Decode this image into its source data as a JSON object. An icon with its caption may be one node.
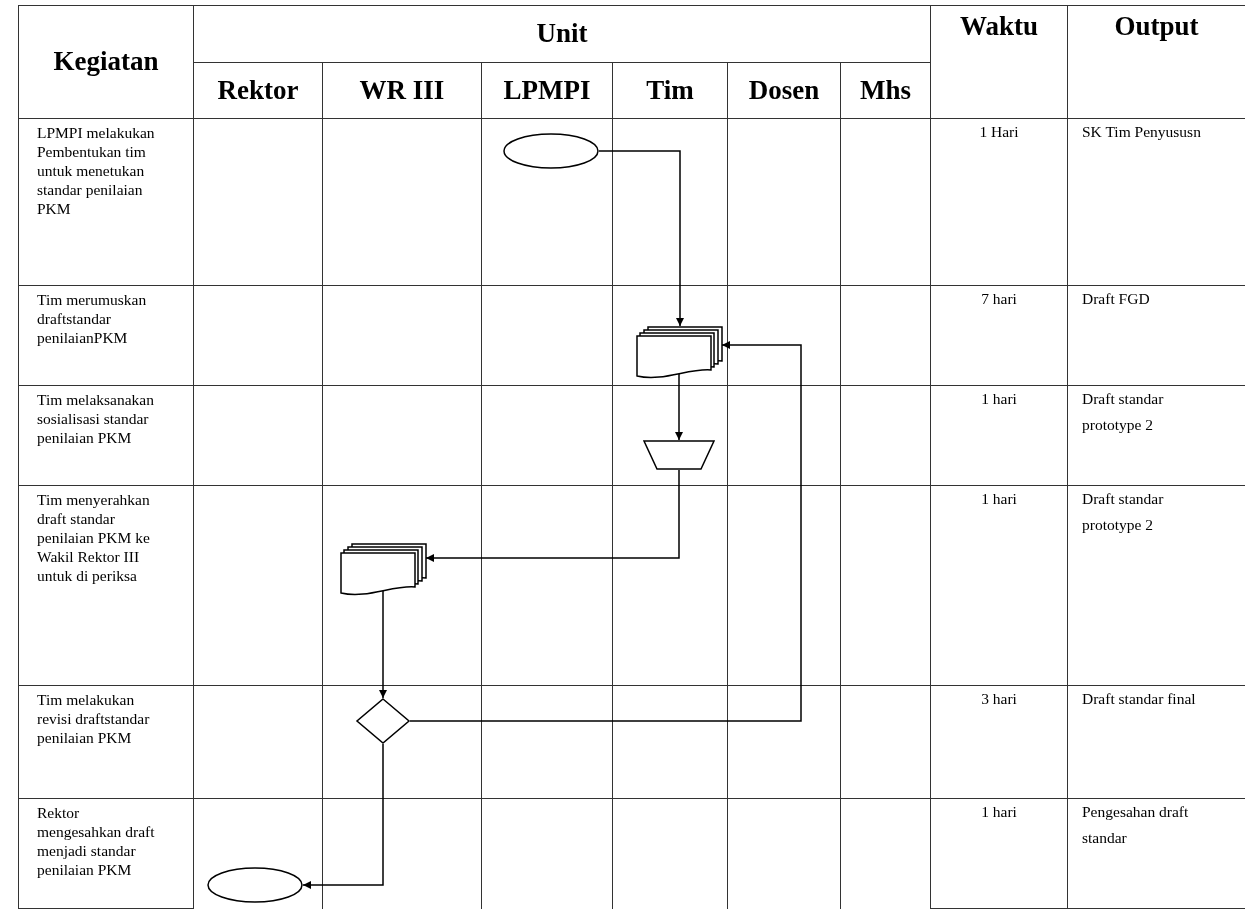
{
  "diagram": {
    "nodes": [
      {
        "text": [],
        "shape": "ellipse"
      },
      {
        "text": [],
        "shape": "document"
      },
      {
        "text": [],
        "shape": "trapezoid"
      },
      {
        "text": [],
        "shape": "document"
      },
      {
        "text": [],
        "shape": "diamond"
      },
      {
        "text": [],
        "shape": "ellipse"
      }
    ],
    "edges": [
      {
        "from": 0,
        "to": 1,
        "arrow": "to"
      },
      {
        "from": 1,
        "to": 2,
        "arrow": "to"
      },
      {
        "from": 2,
        "to": 3,
        "arrow": "to"
      },
      {
        "from": 3,
        "to": 4,
        "arrow": "to"
      },
      {
        "from": 4,
        "to": 1,
        "arrow": "to"
      },
      {
        "from": 4,
        "to": 5,
        "arrow": "to"
      }
    ],
    "labels": [
      "Kegiatan",
      "Unit",
      "Waktu",
      "Output",
      "Rektor",
      "WR III",
      "LPMPI",
      "Tim",
      "Dosen",
      "Mhs",
      "LPMPI melakukan Pembentukan tim untuk menetukan standar penilaian PKM",
      "1 Hari",
      "SK Tim Penyususn",
      "Tim merumuskan draftstandar penilaianPKM",
      "7 hari",
      "Draft FGD",
      "Tim melaksanakan sosialisasi standar penilaian PKM",
      "1 hari",
      "Draft standar prototype 2",
      "Tim menyerahkan draft standar penilaian PKM ke Wakil Rektor III untuk di periksa",
      "1 hari",
      "Draft standar prototype 2",
      "Tim melakukan revisi draftstandar penilaian PKM",
      "3 hari",
      "Draft standar final",
      "Rektor mengesahkan draft menjadi standar penilaian PKM",
      "1 hari",
      "Pengesahan draft standar"
    ]
  }
}
